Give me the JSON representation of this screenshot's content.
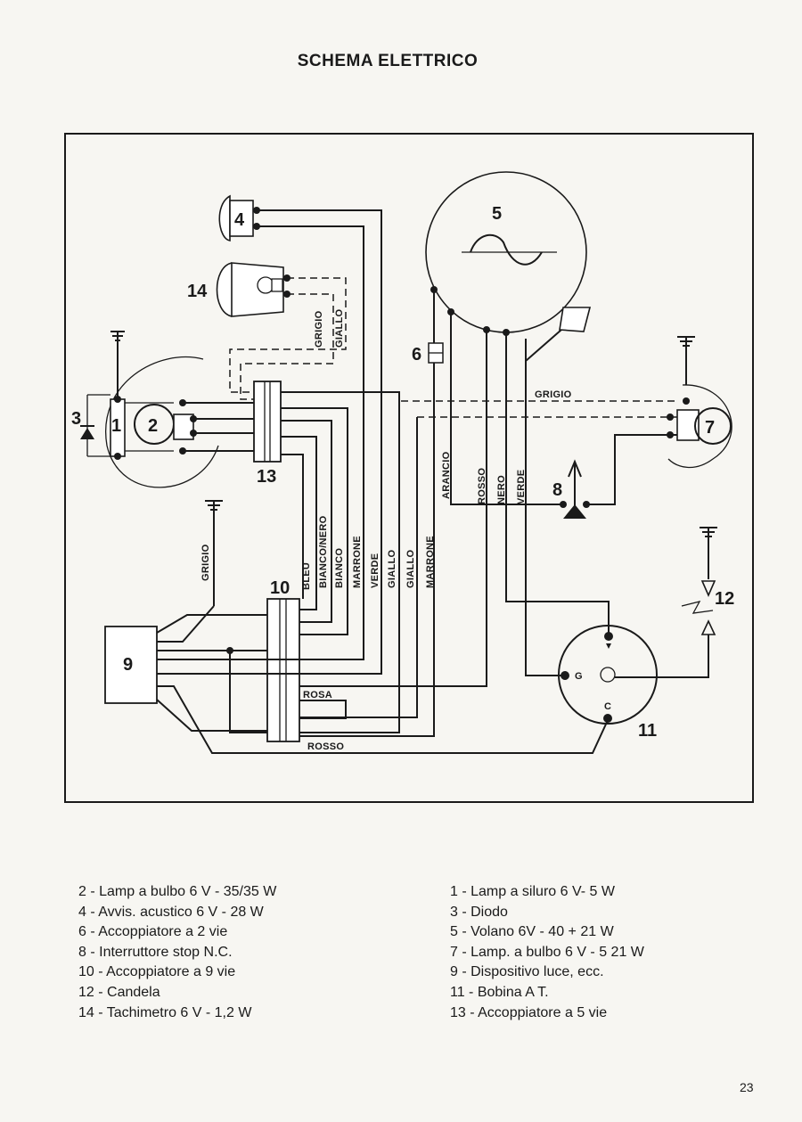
{
  "title": "SCHEMA ELETTRICO",
  "page_number": "23",
  "component_numbers": [
    "1",
    "2",
    "3",
    "4",
    "5",
    "6",
    "7",
    "8",
    "9",
    "10",
    "11",
    "12",
    "13",
    "14"
  ],
  "wire_labels": {
    "grigio_top": "GRIGIO",
    "grigio_left": "GRIGIO",
    "grigio_14": "GRIGIO",
    "giallo_14": "GIALLO",
    "arancio": "ARANCIO",
    "rosso_v": "ROSSO",
    "nero": "NERO",
    "verde_v": "VERDE",
    "bleu": "BLEU",
    "bianco_nero": "BIANCO/NERO",
    "bianco": "BIANCO",
    "marrone_1": "MARRONE",
    "verde_2": "VERDE",
    "giallo_2": "GIALLO",
    "giallo_3": "GIALLO",
    "marrone_2": "MARRONE",
    "rosa": "ROSA",
    "rosso_h": "ROSSO"
  },
  "coil_terminals": {
    "g": "G",
    "c": "C"
  },
  "legend_left": [
    "2 - Lamp  a bulbo 6 V - 35/35 W",
    "4 - Avvis. acustico 6 V  -  28 W",
    "6 - Accoppiatore a 2 vie",
    "8 - Interruttore stop N.C.",
    "10 - Accoppiatore a 9 vie",
    "12 - Candela",
    "14 - Tachimetro 6 V  -  1,2 W"
  ],
  "legend_right": [
    "1 - Lamp  a siluro 6 V- 5 W",
    "3 - Diodo",
    "5 - Volano 6V  -  40 + 21 W",
    "7 - Lamp. a bulbo 6 V  - 5 21 W",
    "9 - Dispositivo luce, ecc.",
    "11 - Bobina A T.",
    "13 - Accoppiatore a 5 vie"
  ]
}
